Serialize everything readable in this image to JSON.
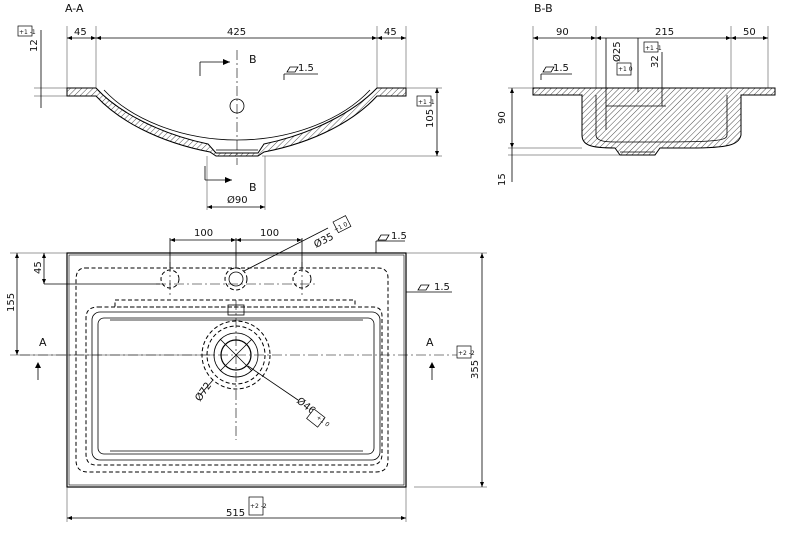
{
  "views": {
    "section_aa": {
      "title": "A-A",
      "section_marker": "B"
    },
    "section_bb": {
      "title": "B-B"
    },
    "plan": {
      "section_marker": "A"
    }
  },
  "dimensions": {
    "aa_left": "45",
    "aa_width": "425",
    "aa_right": "45",
    "aa_height": "12",
    "aa_depth": "105",
    "aa_drain": "Ø90",
    "aa_flatness": "1.5",
    "bb_left": "90",
    "bb_width": "215",
    "bb_right": "50",
    "bb_hole": "Ø25",
    "bb_hole_pos": "32",
    "bb_depth": "90",
    "bb_bottom": "15",
    "bb_flatness": "1.5",
    "plan_hole_left": "100",
    "plan_hole_right": "100",
    "plan_tap_hole": "Ø35",
    "plan_flatness_top": "1.5",
    "plan_flatness_side": "1.5",
    "plan_edge_to_hole": "45",
    "plan_edge_to_drain": "155",
    "plan_drain_outer": "Ø72",
    "plan_drain_inner": "Ø46",
    "plan_total_depth": "355",
    "plan_total_width": "515"
  },
  "tolerances": {
    "aa_height": "+1 -1",
    "aa_depth": "+1 -1",
    "bb_hole_pos": "+1 -1",
    "bb_hole": "+1 0",
    "plan_tap_hole": "+1 0",
    "plan_total_depth": "+2 -2",
    "plan_drain_inner": "+1 0",
    "plan_total_width": "+2 -2"
  }
}
